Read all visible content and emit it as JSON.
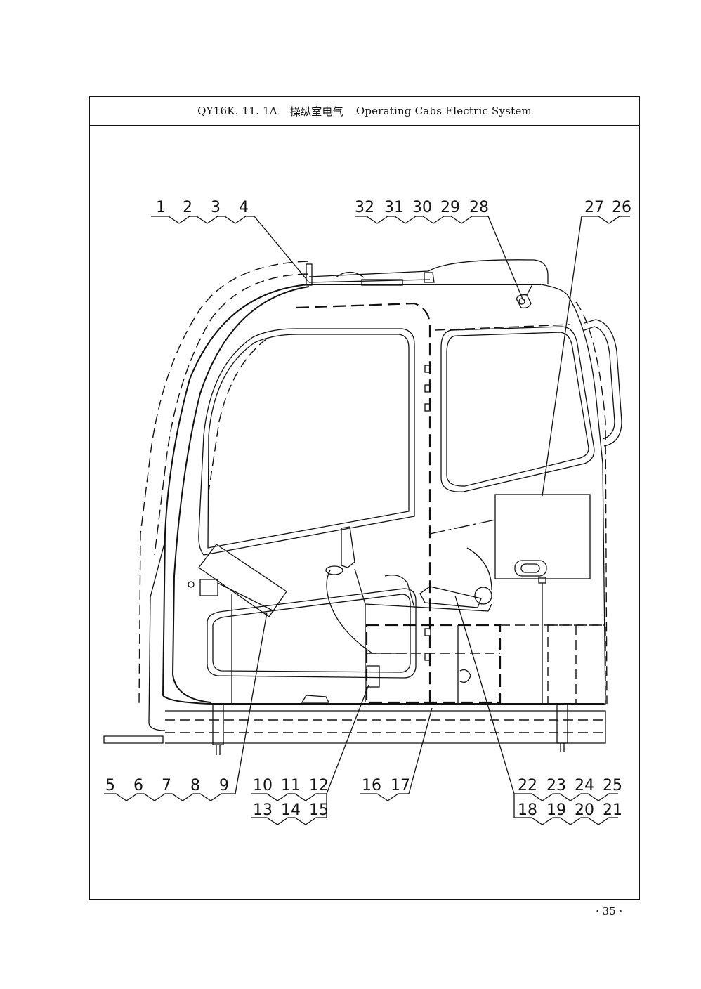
{
  "header": {
    "code": "QY16K. 11. 1A",
    "title_cn": "操纵室电气",
    "title_en": "Operating Cabs Electric System"
  },
  "callouts": {
    "top_left": [
      "1",
      "2",
      "3",
      "4"
    ],
    "top_center": [
      "32",
      "31",
      "30",
      "29",
      "28"
    ],
    "top_right": [
      "27",
      "26"
    ],
    "bottom_a": [
      "5",
      "6",
      "7",
      "8",
      "9"
    ],
    "bottom_b_row1": [
      "10",
      "11",
      "12"
    ],
    "bottom_b_row2": [
      "13",
      "14",
      "15"
    ],
    "bottom_c": [
      "16",
      "17"
    ],
    "bottom_d_row1": [
      "22",
      "23",
      "24",
      "25"
    ],
    "bottom_d_row2": [
      "18",
      "19",
      "20",
      "21"
    ]
  },
  "page_number": "· 35 ·"
}
